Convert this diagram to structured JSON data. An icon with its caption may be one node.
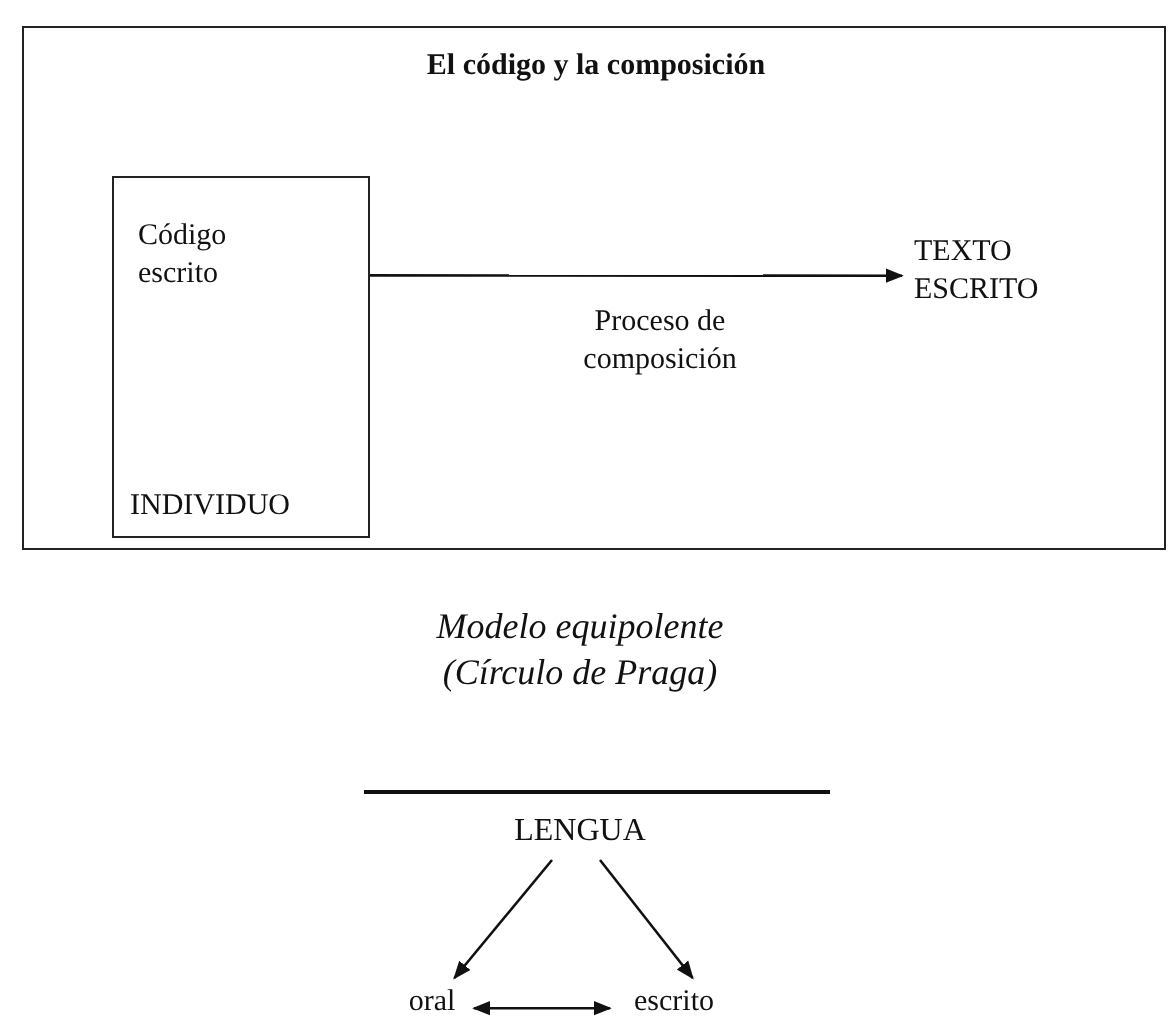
{
  "diagram": {
    "nodes": [
      {
        "text": [
          "El código y la composición"
        ]
      },
      {
        "text": [
          "Código escrito",
          "INDIVIDUO"
        ],
        "in": 0
      },
      {
        "text": [
          "TEXTO ESCRITO"
        ],
        "in": 0
      },
      {
        "text": [
          "LENGUA"
        ]
      },
      {
        "text": [
          "oral"
        ]
      },
      {
        "text": [
          "escrito"
        ]
      }
    ],
    "edges": [
      {
        "from": 1,
        "to": 2,
        "arrow": "to",
        "label": "Proceso de composición"
      },
      {
        "from": 3,
        "to": 4,
        "arrow": "to"
      },
      {
        "from": 3,
        "to": 5,
        "arrow": "to"
      },
      {
        "from": 4,
        "to": 5,
        "arrow": "both"
      }
    ],
    "labels": [
      "Modelo equipolente (Círculo de Praga)"
    ]
  }
}
